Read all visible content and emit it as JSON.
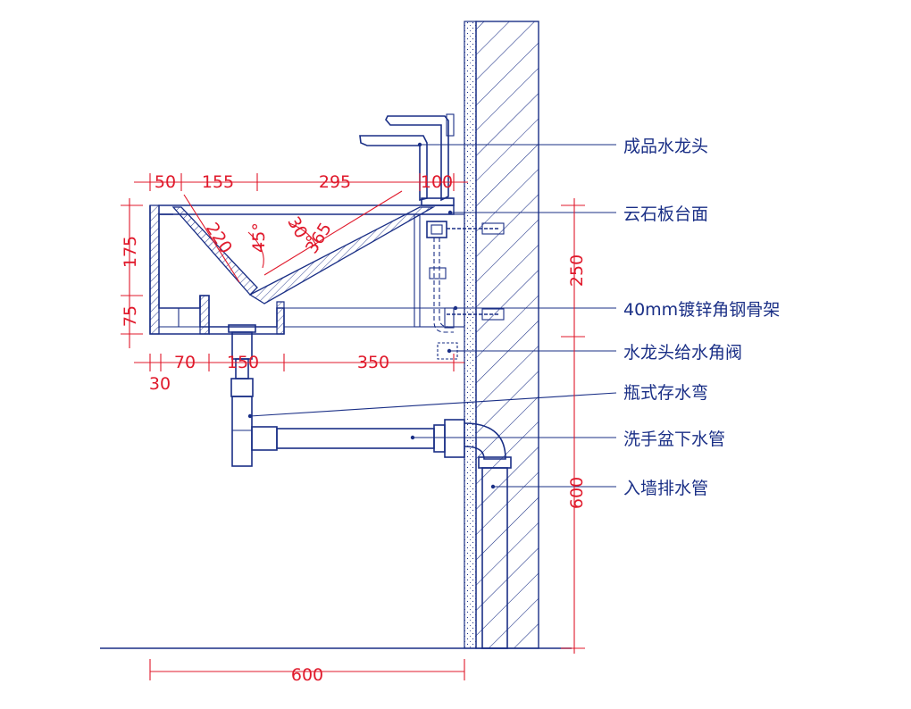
{
  "colors": {
    "outline": "#1a2f86",
    "dimension": "#e0192b",
    "background": "#ffffff"
  },
  "labels": [
    {
      "id": "faucet",
      "text": "成品水龙头"
    },
    {
      "id": "countertop",
      "text": "云石板台面"
    },
    {
      "id": "steel-frame",
      "text": "40mm镀锌角钢骨架"
    },
    {
      "id": "angle-valve",
      "text": "水龙头给水角阀"
    },
    {
      "id": "bottle-trap",
      "text": "瓶式存水弯"
    },
    {
      "id": "drain-pipe",
      "text": "洗手盆下水管"
    },
    {
      "id": "wall-drain",
      "text": "入墙排水管"
    }
  ],
  "dimensions": {
    "top": [
      "50",
      "155",
      "295",
      "100"
    ],
    "left": [
      "175",
      "75"
    ],
    "bottom": [
      "30",
      "70",
      "150",
      "350"
    ],
    "sink": [
      "220",
      "45°",
      "30°",
      "365"
    ],
    "right": [
      "250",
      "600"
    ],
    "floor": "600"
  }
}
